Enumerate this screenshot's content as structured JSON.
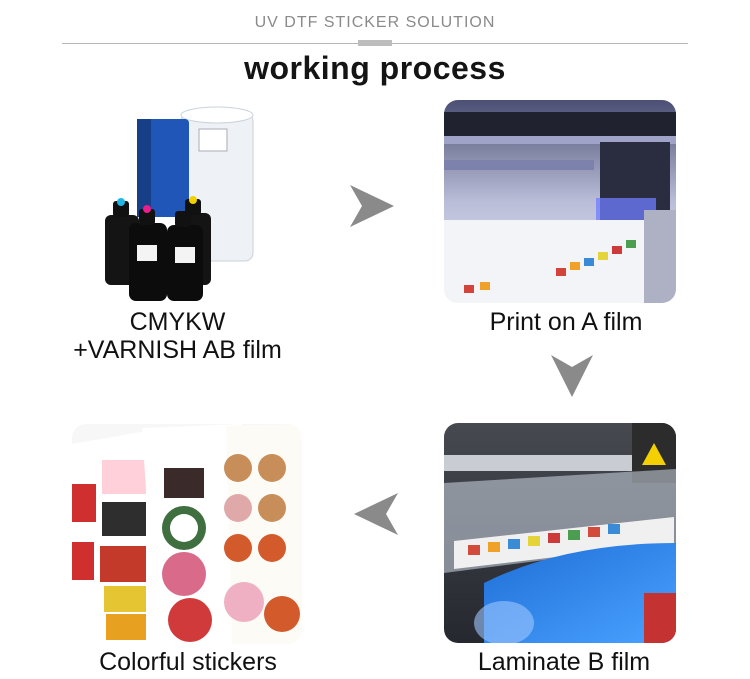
{
  "header": {
    "kicker": "UV DTF STICKER SOLUTION",
    "title": "working process"
  },
  "steps": [
    {
      "label_lines": [
        "CMYKW",
        "+VARNISH AB film"
      ]
    },
    {
      "label": "Print on A film"
    },
    {
      "label": "Laminate B film"
    },
    {
      "label": "Colorful stickers"
    }
  ],
  "colors": {
    "arrow": "#8a8a8a",
    "uv_light": "#6f7dff",
    "film_blue": "#1f6ed6",
    "ink_bottle": "#141414"
  }
}
